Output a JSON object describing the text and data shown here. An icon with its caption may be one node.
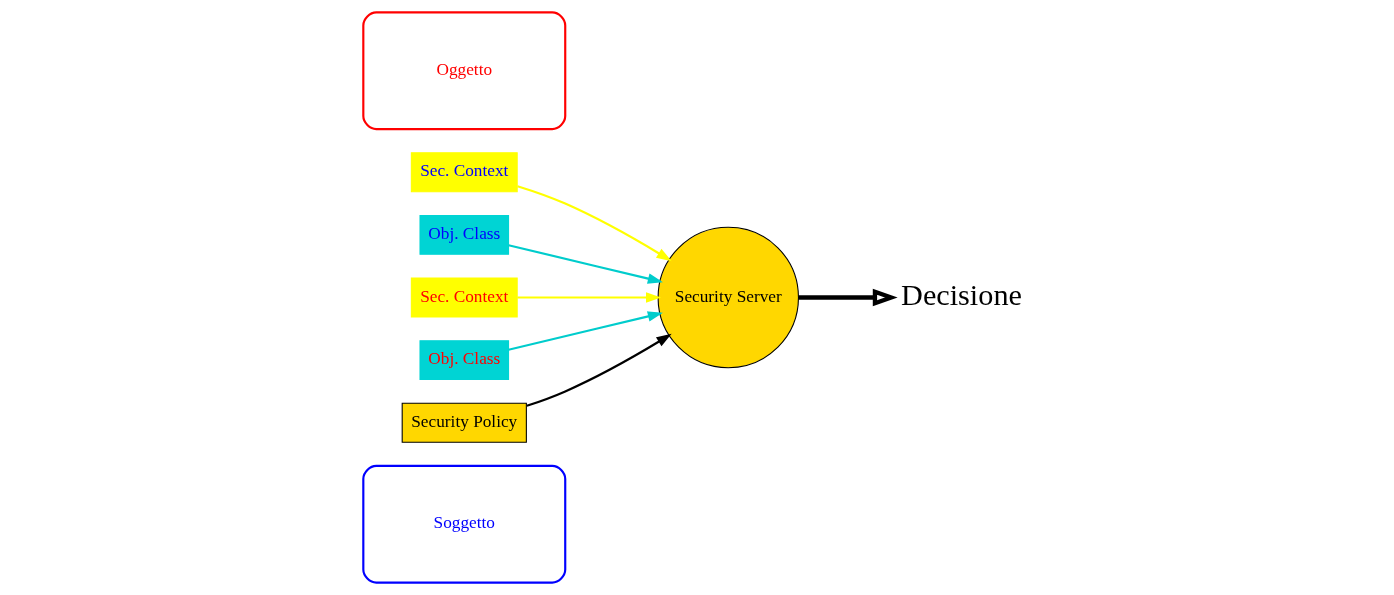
{
  "diagram": {
    "nodes": [
      {
        "text": [
          "Soggetto"
        ]
      },
      {
        "text": [
          "Sec. Context"
        ]
      },
      {
        "text": [
          "Obj. Class"
        ]
      },
      {
        "text": [
          "Oggetto"
        ]
      },
      {
        "text": [
          "Sec. Context"
        ]
      },
      {
        "text": [
          "Obj. Class"
        ]
      },
      {
        "text": [
          "Security Policy"
        ]
      },
      {
        "text": [
          "Security Server"
        ]
      },
      {
        "text": [
          "Decisione"
        ]
      }
    ],
    "edges": [
      {
        "from": 1,
        "to": 7,
        "arrow": "to",
        "color": "#ffff00"
      },
      {
        "from": 2,
        "to": 7,
        "arrow": "to",
        "color": "#00cccc"
      },
      {
        "from": 4,
        "to": 7,
        "arrow": "to",
        "color": "#ffff00"
      },
      {
        "from": 5,
        "to": 7,
        "arrow": "to",
        "color": "#00cccc"
      },
      {
        "from": 6,
        "to": 7,
        "arrow": "to",
        "color": "#000000"
      },
      {
        "from": 7,
        "to": 8,
        "arrow": "to",
        "style": "thick",
        "color": "#000000"
      }
    ]
  }
}
